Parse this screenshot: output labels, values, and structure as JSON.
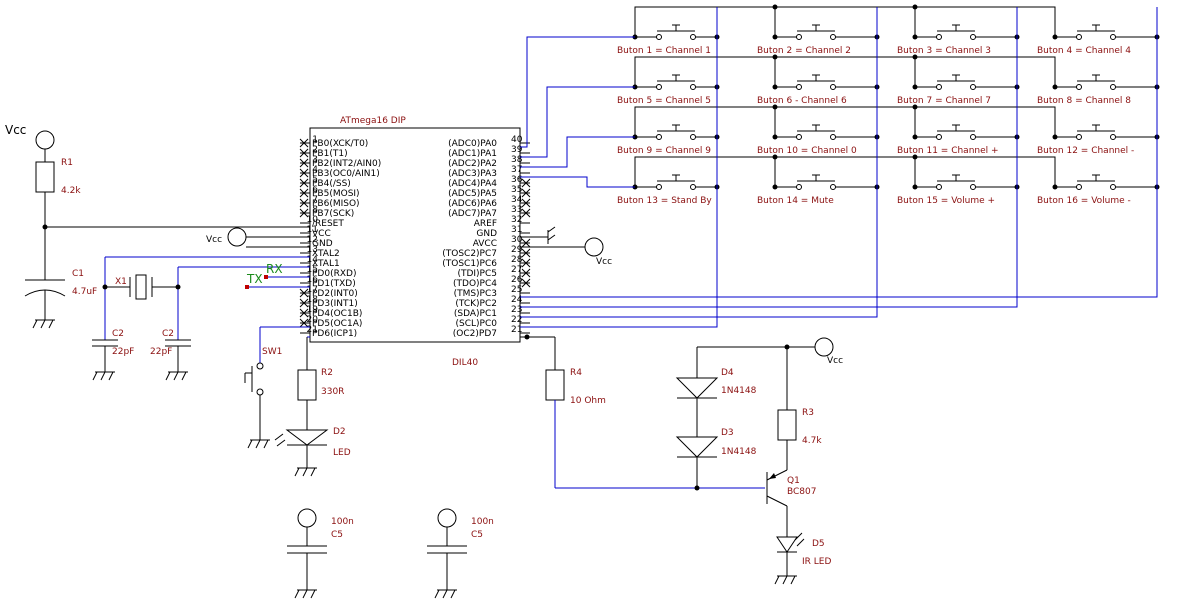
{
  "chip": {
    "name": "ATmega16 DIP",
    "package": "DIL40",
    "left_pins": [
      {
        "num": "1",
        "label": "PB0(XCK/T0)"
      },
      {
        "num": "2",
        "label": "PB1(T1)"
      },
      {
        "num": "3",
        "label": "PB2(INT2/AIN0)"
      },
      {
        "num": "4",
        "label": "PB3(OC0/AIN1)"
      },
      {
        "num": "5",
        "label": "PB4(/SS)"
      },
      {
        "num": "6",
        "label": "PB5(MOSI)"
      },
      {
        "num": "7",
        "label": "PB6(MISO)"
      },
      {
        "num": "8",
        "label": "PB7(SCK)"
      },
      {
        "num": "10",
        "label": "/RESET"
      },
      {
        "num": "11",
        "label": "VCC"
      },
      {
        "num": "12",
        "label": "GND"
      },
      {
        "num": "13",
        "label": "XTAL2"
      },
      {
        "num": "14",
        "label": "XTAL1"
      },
      {
        "num": "15",
        "label": "PD0(RXD)"
      },
      {
        "num": "16",
        "label": "PD1(TXD)"
      },
      {
        "num": "17",
        "label": "PD2(INT0)"
      },
      {
        "num": "18",
        "label": "PD3(INT1)"
      },
      {
        "num": "19",
        "label": "PD4(OC1B)"
      },
      {
        "num": "20",
        "label": "PD5(OC1A)"
      },
      {
        "num": "21",
        "label": "PD6(ICP1)"
      }
    ],
    "right_pins": [
      {
        "num": "40",
        "label": "(ADC0)PA0"
      },
      {
        "num": "39",
        "label": "(ADC1)PA1"
      },
      {
        "num": "38",
        "label": "(ADC2)PA2"
      },
      {
        "num": "37",
        "label": "(ADC3)PA3"
      },
      {
        "num": "36",
        "label": "(ADC4)PA4"
      },
      {
        "num": "35",
        "label": "(ADC5)PA5"
      },
      {
        "num": "34",
        "label": "(ADC6)PA6"
      },
      {
        "num": "33",
        "label": "(ADC7)PA7"
      },
      {
        "num": "32",
        "label": "AREF"
      },
      {
        "num": "31",
        "label": "GND"
      },
      {
        "num": "30",
        "label": "AVCC"
      },
      {
        "num": "29",
        "label": "(TOSC2)PC7"
      },
      {
        "num": "28",
        "label": "(TOSC1)PC6"
      },
      {
        "num": "27",
        "label": "(TDI)PC5"
      },
      {
        "num": "26",
        "label": "(TDO)PC4"
      },
      {
        "num": "25",
        "label": "(TMS)PC3"
      },
      {
        "num": "24",
        "label": "(TCK)PC2"
      },
      {
        "num": "23",
        "label": "(SDA)PC1"
      },
      {
        "num": "22",
        "label": "(SCL)PC0"
      },
      {
        "num": "21",
        "label": "(OC2)PD7"
      }
    ]
  },
  "buttons": [
    "Buton 1 = Channel 1",
    "Buton 2 = Channel 2",
    "Buton 3 = Channel 3",
    "Buton 4 = Channel 4",
    "Buton 5 = Channel 5",
    "Buton 6 - Channel 6",
    "Buton 7 = Channel 7",
    "Buton 8 = Channel 8",
    "Buton 9 = Channel 9",
    "Buton 10 = Channel 0",
    "Buton  11 = Channel +",
    "Buton 12 = Channel -",
    "Buton 13 = Stand By",
    "Buton 14 = Mute",
    "Buton 15 = Volume +",
    "Buton 16 = Volume -"
  ],
  "components": {
    "vcc_label": "Vcc",
    "vcc_label_lower": "Vcc",
    "r1": {
      "name": "R1",
      "value": "4.2k"
    },
    "c1": {
      "name": "C1",
      "value": "4.7uF"
    },
    "x1": {
      "name": "X1"
    },
    "c2a": {
      "name": "C2",
      "value": "22pF"
    },
    "c2b": {
      "name": "C2",
      "value": "22pF"
    },
    "sw1": {
      "name": "SW1"
    },
    "r2": {
      "name": "R2",
      "value": "330R"
    },
    "d2": {
      "name": "D2",
      "value": "LED"
    },
    "r4": {
      "name": "R4",
      "value": "10 Ohm"
    },
    "d4": {
      "name": "D4",
      "value": "1N4148"
    },
    "d3": {
      "name": "D3",
      "value": "1N4148"
    },
    "r3": {
      "name": "R3",
      "value": "4.7k"
    },
    "q1": {
      "name": "Q1",
      "value": "BC807"
    },
    "d5": {
      "name": "D5",
      "value": "IR LED"
    },
    "c5a": {
      "value": "100n",
      "name": "C5"
    },
    "c5b": {
      "value": "100n",
      "name": "C5"
    },
    "rx": "RX",
    "tx": "TX"
  }
}
